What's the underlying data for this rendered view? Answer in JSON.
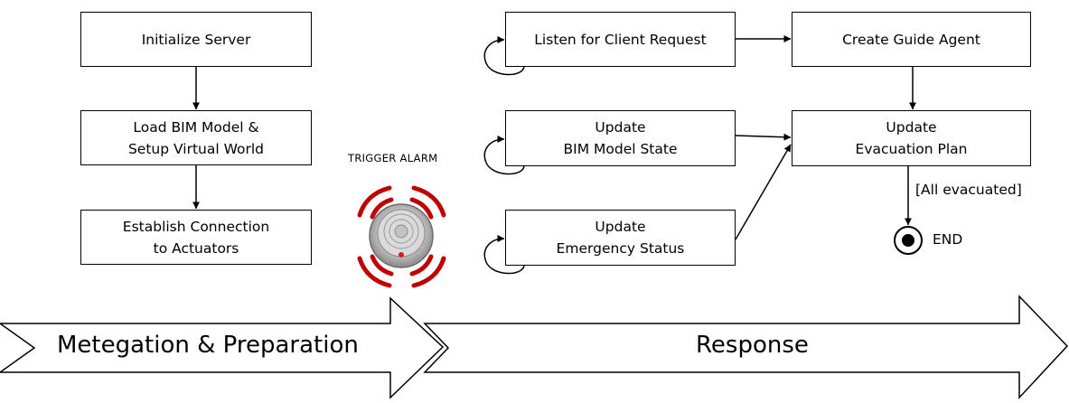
{
  "nodes": {
    "init_server": {
      "line1": "Initialize Server"
    },
    "load_bim": {
      "line1": "Load BIM Model &",
      "line2": "Setup Virtual World"
    },
    "establish": {
      "line1": "Establish Connection",
      "line2": "to Actuators"
    },
    "listen": {
      "line1": "Listen for Client Request"
    },
    "create_guide": {
      "line1": "Create Guide Agent"
    },
    "update_bim": {
      "line1": "Update",
      "line2": "BIM Model State"
    },
    "update_plan": {
      "line1": "Update",
      "line2": "Evacuation Plan"
    },
    "update_emergency": {
      "line1": "Update",
      "line2": "Emergency Status"
    }
  },
  "alarm": {
    "label": "TRIGGER ALARM",
    "icon": "smoke-alarm-icon",
    "signal_color": "#c00000"
  },
  "guard_label": "[All evacuated]",
  "end_label": "END",
  "phases": {
    "preparation": "Metegation & Preparation",
    "response": "Response"
  }
}
